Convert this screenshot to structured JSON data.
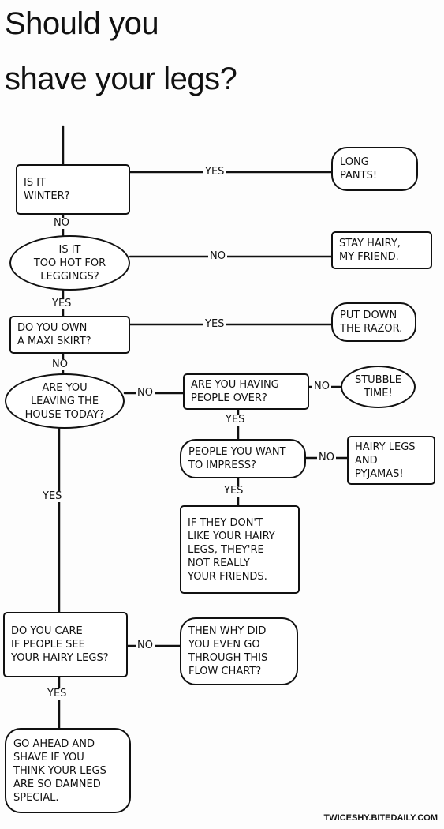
{
  "title": {
    "line1": "Should you",
    "line2": "shave your legs?"
  },
  "nodes": {
    "winter": "IS IT\nWINTER?",
    "long_pants": "LONG\nPANTS!",
    "too_hot": "IS IT\nTOO HOT FOR\nLEGGINGS?",
    "stay_hairy": "STAY HAIRY,\nMY FRIEND.",
    "maxi_skirt": "DO YOU OWN\nA MAXI SKIRT?",
    "put_down_razor": "PUT DOWN\nTHE RAZOR.",
    "leaving_house": "ARE YOU\nLEAVING THE\nHOUSE TODAY?",
    "people_over": "ARE YOU HAVING\nPEOPLE OVER?",
    "stubble_time": "STUBBLE\nTIME!",
    "people_impress": "PEOPLE YOU WANT\nTO IMPRESS?",
    "hairy_pyjamas": "HAIRY LEGS\nAND\nPYJAMAS!",
    "not_friends": "IF THEY DON'T\nLIKE YOUR HAIRY\nLEGS, THEY'RE\nNOT REALLY\nYOUR FRIENDS.",
    "care_see": "DO YOU CARE\nIF PEOPLE SEE\nYOUR HAIRY LEGS?",
    "why_flowchart": "THEN WHY DID\nYOU EVEN GO\nTHROUGH THIS\nFLOW CHART?",
    "go_ahead": "GO AHEAD AND\nSHAVE IF YOU\nTHINK YOUR LEGS\nARE SO DAMNED\nSPECIAL."
  },
  "edges": {
    "winter_yes": "YES",
    "winter_no": "NO",
    "too_hot_no": "NO",
    "too_hot_yes": "YES",
    "maxi_yes": "YES",
    "maxi_no": "NO",
    "leaving_no": "NO",
    "leaving_yes": "YES",
    "people_over_no": "NO",
    "people_over_yes": "YES",
    "impress_no": "NO",
    "impress_yes": "YES",
    "care_no": "NO",
    "care_yes": "YES"
  },
  "credit": "TWICESHY.BITEDAILY.COM"
}
